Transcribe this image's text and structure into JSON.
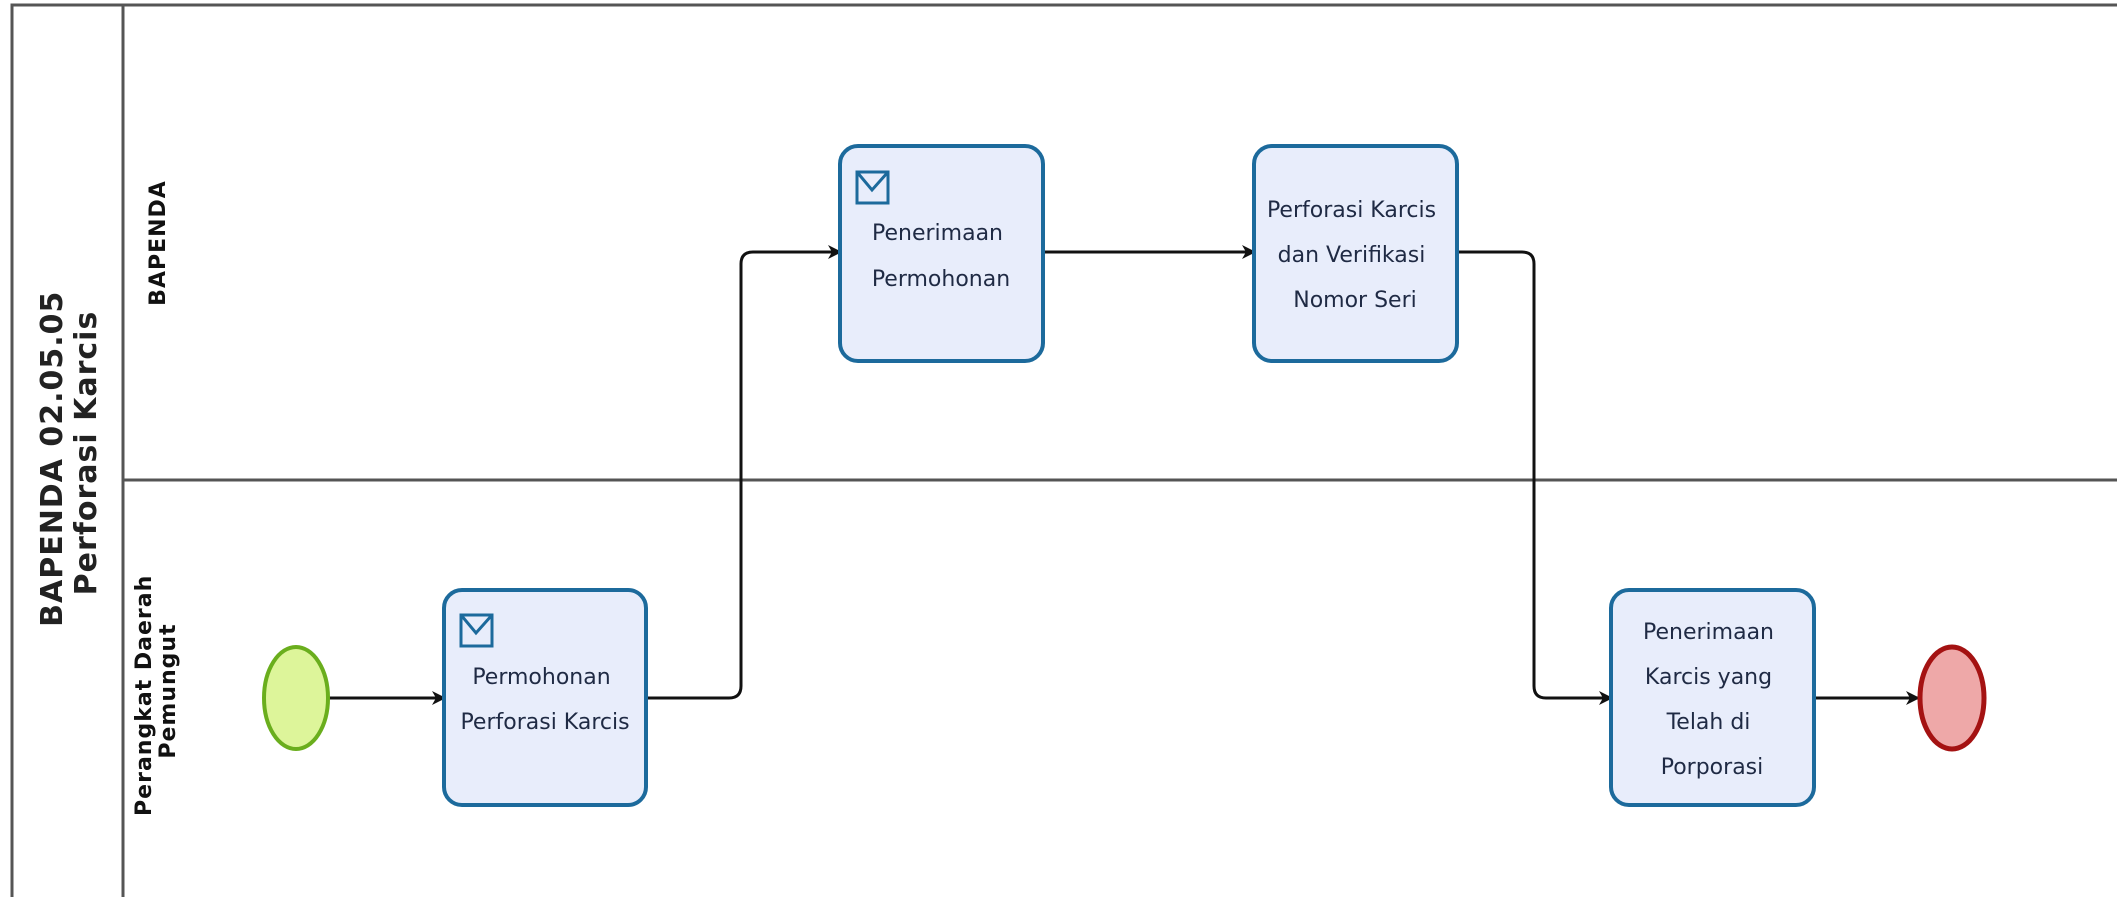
{
  "pool": {
    "title_line1": "BAPENDA 02.05.05",
    "title_line2": "Perforasi Karcis"
  },
  "lanes": [
    {
      "label": "BAPENDA"
    },
    {
      "label_line1": "Perangkat Daerah",
      "label_line2": "Pemungut"
    }
  ],
  "tasks": [
    {
      "lines": [
        "Permohonan",
        "Perforasi Karcis"
      ],
      "icon": "envelope-icon"
    },
    {
      "lines": [
        "Penerimaan",
        "Permohonan"
      ],
      "icon": "envelope-icon"
    },
    {
      "lines": [
        "Perforasi Karcis",
        "dan Verifikasi",
        "Nomor Seri"
      ]
    },
    {
      "lines": [
        "Penerimaan",
        "Karcis yang",
        "Telah di",
        "Porporasi"
      ]
    }
  ],
  "events": {
    "start": {
      "type": "start-event"
    },
    "end": {
      "type": "end-event"
    }
  },
  "colors": {
    "task_fill": "#e8edfb",
    "task_stroke": "#1c6a9c",
    "start_fill": "#ddf59a",
    "start_stroke": "#6aae1d",
    "end_fill": "#eea8a8",
    "end_stroke": "#a41212",
    "line": "#111111",
    "border": "#555555"
  }
}
